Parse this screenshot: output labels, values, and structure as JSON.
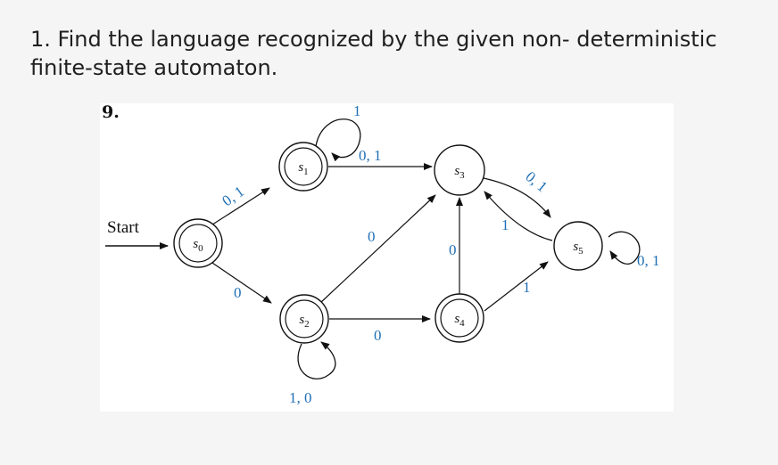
{
  "question": {
    "text": "1. Find the language recognized by the given non- deterministic finite-state automaton."
  },
  "figure": {
    "number": "9.",
    "start_label": "Start",
    "states": {
      "s0": "s0",
      "s1": "s1",
      "s2": "s2",
      "s3": "s3",
      "s4": "s4",
      "s5": "s5"
    },
    "transitions": {
      "s0_s1": "0, 1",
      "s0_s2": "0",
      "s1_s1": "1",
      "s1_s3": "0, 1",
      "s2_s2": "1, 0",
      "s2_s3": "0",
      "s2_s4": "0",
      "s4_s3": "0",
      "s3_s5": "0, 1",
      "s5_s3": "1",
      "s4_s5": "1",
      "s5_s5": "0, 1"
    },
    "colors": {
      "label": "#1f6fb5",
      "stroke": "#111111"
    }
  }
}
